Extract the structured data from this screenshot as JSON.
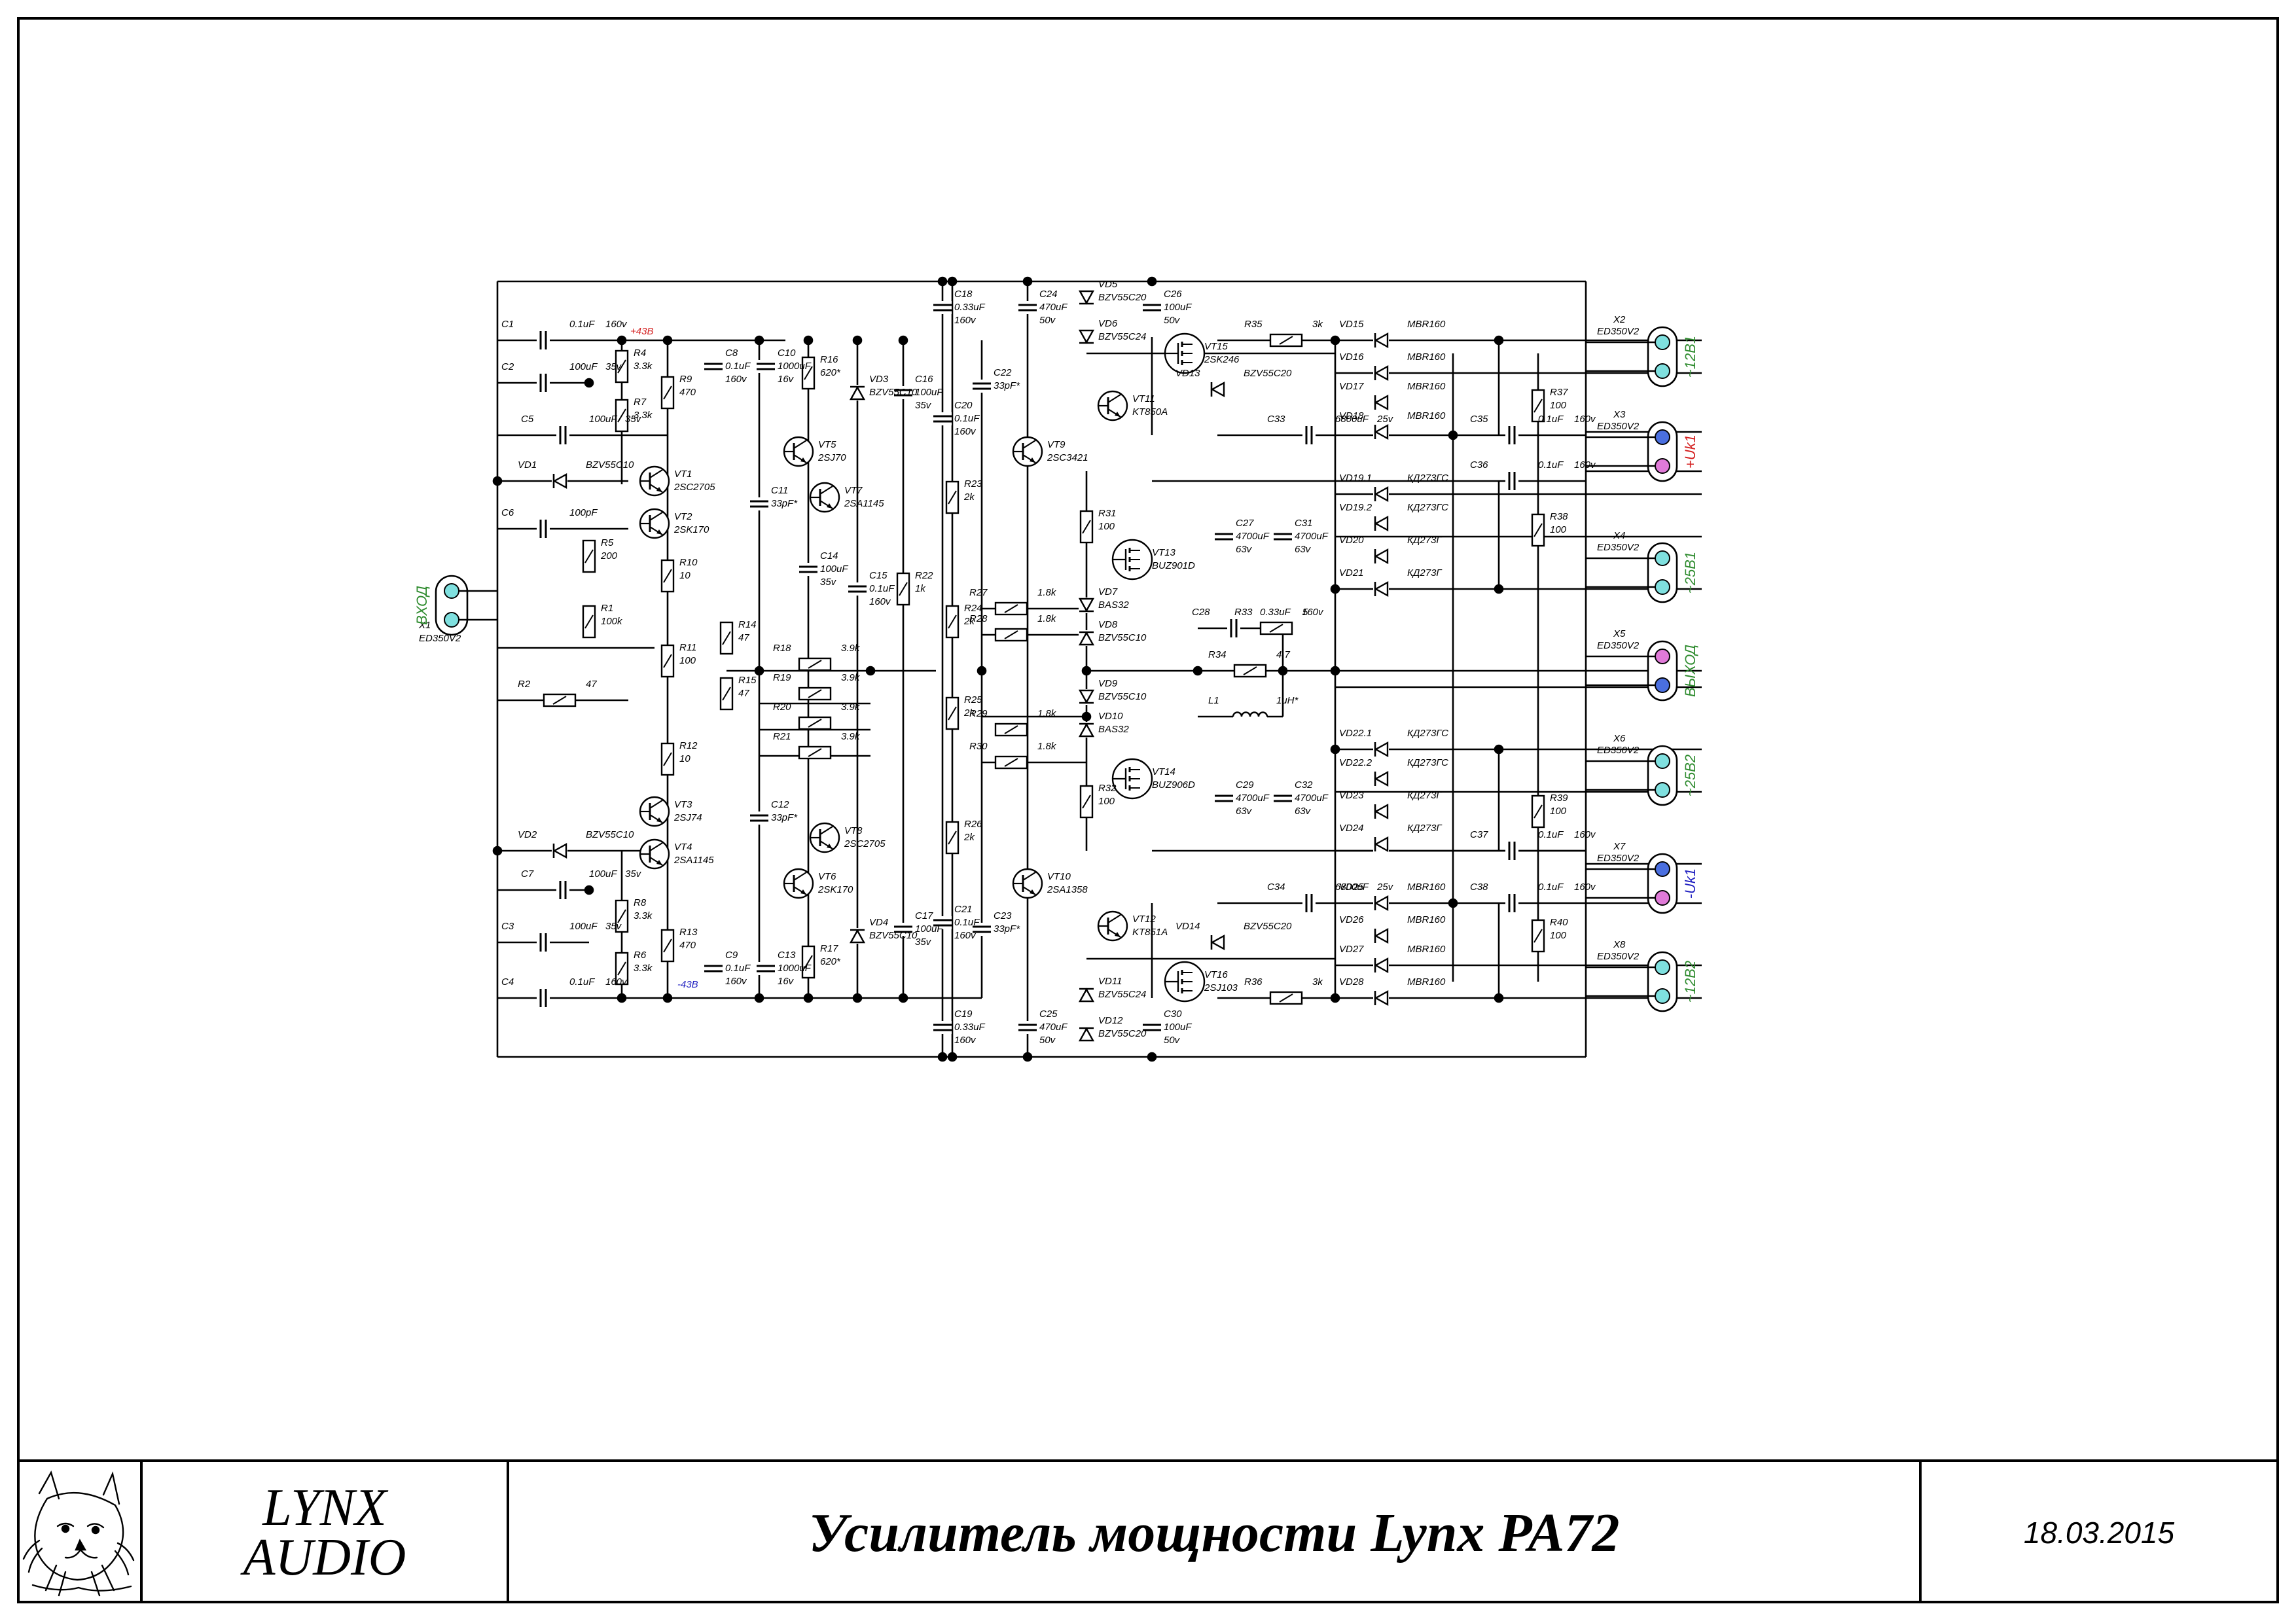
{
  "title_block": {
    "brand_line1": "LYNX",
    "brand_line2": "AUDIO",
    "title": "Усилитель мощности  Lynx PA72",
    "date": "18.03.2015"
  },
  "schematic": {
    "rail_pos": "+43В",
    "rail_neg": "-43В",
    "input_label": "ВХОД",
    "output_label": "ВЫХОД",
    "connectors": [
      {
        "ref": "X1",
        "type": "ED350V2",
        "name": "ВХОД",
        "color": "#2e8b2e"
      },
      {
        "ref": "X2",
        "type": "ED350V2",
        "name": "~12В1",
        "color": "#2e8b2e"
      },
      {
        "ref": "X3",
        "type": "ED350V2",
        "name": "+Uk1",
        "color": "#d42020"
      },
      {
        "ref": "X4",
        "type": "ED350V2",
        "name": "~25В1",
        "color": "#2e8b2e"
      },
      {
        "ref": "X5",
        "type": "ED350V2",
        "name": "ВЫХОД",
        "color": "#2e8b2e"
      },
      {
        "ref": "X6",
        "type": "ED350V2",
        "name": "~25В2",
        "color": "#2e8b2e"
      },
      {
        "ref": "X7",
        "type": "ED350V2",
        "name": "-Uk1",
        "color": "#2020c0"
      },
      {
        "ref": "X8",
        "type": "ED350V2",
        "name": "~12В2",
        "color": "#2e8b2e"
      }
    ],
    "colors": {
      "pin_cyan": "#7fe0df",
      "pin_blue": "#4a6fe0",
      "pin_pink": "#e07ad8",
      "rail_pos_color": "#d42020",
      "rail_neg_color": "#2020c0",
      "label_green": "#2e8b2e"
    },
    "components": [
      {
        "ref": "C1",
        "value": "0.1uF",
        "rating": "160v"
      },
      {
        "ref": "C2",
        "value": "100uF",
        "rating": "35v"
      },
      {
        "ref": "C3",
        "value": "100uF",
        "rating": "35v"
      },
      {
        "ref": "C4",
        "value": "0.1uF",
        "rating": "160v"
      },
      {
        "ref": "C5",
        "value": "100uF",
        "rating": "35v"
      },
      {
        "ref": "C6",
        "value": "100pF",
        "rating": ""
      },
      {
        "ref": "C7",
        "value": "100uF",
        "rating": "35v"
      },
      {
        "ref": "C8",
        "value": "0.1uF",
        "rating": "160v"
      },
      {
        "ref": "C9",
        "value": "0.1uF",
        "rating": "160v"
      },
      {
        "ref": "C10",
        "value": "1000uF",
        "rating": "16v"
      },
      {
        "ref": "C11",
        "value": "33pF*",
        "rating": ""
      },
      {
        "ref": "C12",
        "value": "33pF*",
        "rating": ""
      },
      {
        "ref": "C13",
        "value": "1000uF",
        "rating": "16v"
      },
      {
        "ref": "C14",
        "value": "100uF",
        "rating": "35v"
      },
      {
        "ref": "C15",
        "value": "0.1uF",
        "rating": "160v"
      },
      {
        "ref": "C16",
        "value": "100uF",
        "rating": "35v"
      },
      {
        "ref": "C17",
        "value": "100uF",
        "rating": "35v"
      },
      {
        "ref": "C18",
        "value": "0.33uF",
        "rating": "160v"
      },
      {
        "ref": "C19",
        "value": "0.33uF",
        "rating": "160v"
      },
      {
        "ref": "C20",
        "value": "0.1uF",
        "rating": "160v"
      },
      {
        "ref": "C21",
        "value": "0.1uF",
        "rating": "160v"
      },
      {
        "ref": "C22",
        "value": "33pF*",
        "rating": ""
      },
      {
        "ref": "C23",
        "value": "33pF*",
        "rating": ""
      },
      {
        "ref": "C24",
        "value": "470uF",
        "rating": "50v"
      },
      {
        "ref": "C25",
        "value": "470uF",
        "rating": "50v"
      },
      {
        "ref": "C26",
        "value": "100uF",
        "rating": "50v"
      },
      {
        "ref": "C27",
        "value": "4700uF",
        "rating": "63v"
      },
      {
        "ref": "C28",
        "value": "0.33uF",
        "rating": "160v"
      },
      {
        "ref": "C29",
        "value": "4700uF",
        "rating": "63v"
      },
      {
        "ref": "C30",
        "value": "100uF",
        "rating": "50v"
      },
      {
        "ref": "C31",
        "value": "4700uF",
        "rating": "63v"
      },
      {
        "ref": "C32",
        "value": "4700uF",
        "rating": "63v"
      },
      {
        "ref": "C33",
        "value": "6800uF",
        "rating": "25v"
      },
      {
        "ref": "C34",
        "value": "6800uF",
        "rating": "25v"
      },
      {
        "ref": "C35",
        "value": "0.1uF",
        "rating": "160v"
      },
      {
        "ref": "C36",
        "value": "0.1uF",
        "rating": "160v"
      },
      {
        "ref": "C37",
        "value": "0.1uF",
        "rating": "160v"
      },
      {
        "ref": "C38",
        "value": "0.1uF",
        "rating": "160v"
      },
      {
        "ref": "R1",
        "value": "100k",
        "rating": ""
      },
      {
        "ref": "R2",
        "value": "47",
        "rating": ""
      },
      {
        "ref": "R4",
        "value": "3.3k",
        "rating": ""
      },
      {
        "ref": "R5",
        "value": "200",
        "rating": ""
      },
      {
        "ref": "R6",
        "value": "3.3k",
        "rating": ""
      },
      {
        "ref": "R7",
        "value": "3.3k",
        "rating": ""
      },
      {
        "ref": "R8",
        "value": "3.3k",
        "rating": ""
      },
      {
        "ref": "R9",
        "value": "470",
        "rating": ""
      },
      {
        "ref": "R10",
        "value": "10",
        "rating": ""
      },
      {
        "ref": "R11",
        "value": "100",
        "rating": ""
      },
      {
        "ref": "R12",
        "value": "10",
        "rating": ""
      },
      {
        "ref": "R13",
        "value": "470",
        "rating": ""
      },
      {
        "ref": "R14",
        "value": "47",
        "rating": ""
      },
      {
        "ref": "R15",
        "value": "47",
        "rating": ""
      },
      {
        "ref": "R16",
        "value": "620*",
        "rating": ""
      },
      {
        "ref": "R17",
        "value": "620*",
        "rating": ""
      },
      {
        "ref": "R18",
        "value": "3.9k",
        "rating": ""
      },
      {
        "ref": "R19",
        "value": "3.9k",
        "rating": ""
      },
      {
        "ref": "R20",
        "value": "3.9k",
        "rating": ""
      },
      {
        "ref": "R21",
        "value": "3.9k",
        "rating": ""
      },
      {
        "ref": "R22",
        "value": "1k",
        "rating": ""
      },
      {
        "ref": "R23",
        "value": "2k",
        "rating": ""
      },
      {
        "ref": "R24",
        "value": "2k",
        "rating": ""
      },
      {
        "ref": "R25",
        "value": "2k",
        "rating": ""
      },
      {
        "ref": "R26",
        "value": "2k",
        "rating": ""
      },
      {
        "ref": "R27",
        "value": "1.8k",
        "rating": ""
      },
      {
        "ref": "R28",
        "value": "1.8k",
        "rating": ""
      },
      {
        "ref": "R29",
        "value": "1.8k",
        "rating": ""
      },
      {
        "ref": "R30",
        "value": "1.8k",
        "rating": ""
      },
      {
        "ref": "R31",
        "value": "100",
        "rating": ""
      },
      {
        "ref": "R32",
        "value": "100",
        "rating": ""
      },
      {
        "ref": "R33",
        "value": "5",
        "rating": ""
      },
      {
        "ref": "R34",
        "value": "4.7",
        "rating": ""
      },
      {
        "ref": "R35",
        "value": "3k",
        "rating": ""
      },
      {
        "ref": "R36",
        "value": "3k",
        "rating": ""
      },
      {
        "ref": "R37",
        "value": "100",
        "rating": ""
      },
      {
        "ref": "R38",
        "value": "100",
        "rating": ""
      },
      {
        "ref": "R39",
        "value": "100",
        "rating": ""
      },
      {
        "ref": "R40",
        "value": "100",
        "rating": ""
      },
      {
        "ref": "L1",
        "value": "1uH*",
        "rating": ""
      },
      {
        "ref": "VT1",
        "value": "2SC2705",
        "rating": ""
      },
      {
        "ref": "VT2",
        "value": "2SK170",
        "rating": ""
      },
      {
        "ref": "VT3",
        "value": "2SJ74",
        "rating": ""
      },
      {
        "ref": "VT4",
        "value": "2SA1145",
        "rating": ""
      },
      {
        "ref": "VT5",
        "value": "2SJ70",
        "rating": ""
      },
      {
        "ref": "VT6",
        "value": "2SK170",
        "rating": ""
      },
      {
        "ref": "VT7",
        "value": "2SA1145",
        "rating": ""
      },
      {
        "ref": "VT8",
        "value": "2SC2705",
        "rating": ""
      },
      {
        "ref": "VT9",
        "value": "2SC3421",
        "rating": ""
      },
      {
        "ref": "VT10",
        "value": "2SA1358",
        "rating": ""
      },
      {
        "ref": "VT11",
        "value": "KT850A",
        "rating": ""
      },
      {
        "ref": "VT12",
        "value": "KT851A",
        "rating": ""
      },
      {
        "ref": "VT13",
        "value": "BUZ901D",
        "rating": ""
      },
      {
        "ref": "VT14",
        "value": "BUZ906D",
        "rating": ""
      },
      {
        "ref": "VT15",
        "value": "2SK246",
        "rating": ""
      },
      {
        "ref": "VT16",
        "value": "2SJ103",
        "rating": ""
      },
      {
        "ref": "VD1",
        "value": "BZV55C10",
        "rating": ""
      },
      {
        "ref": "VD2",
        "value": "BZV55C10",
        "rating": ""
      },
      {
        "ref": "VD3",
        "value": "BZV55C10",
        "rating": ""
      },
      {
        "ref": "VD4",
        "value": "BZV55C10",
        "rating": ""
      },
      {
        "ref": "VD5",
        "value": "BZV55C20",
        "rating": ""
      },
      {
        "ref": "VD6",
        "value": "BZV55C24",
        "rating": ""
      },
      {
        "ref": "VD7",
        "value": "BAS32",
        "rating": ""
      },
      {
        "ref": "VD8",
        "value": "BZV55C10",
        "rating": ""
      },
      {
        "ref": "VD9",
        "value": "BZV55C10",
        "rating": ""
      },
      {
        "ref": "VD10",
        "value": "BAS32",
        "rating": ""
      },
      {
        "ref": "VD11",
        "value": "BZV55C24",
        "rating": ""
      },
      {
        "ref": "VD12",
        "value": "BZV55C20",
        "rating": ""
      },
      {
        "ref": "VD13",
        "value": "BZV55C20",
        "rating": ""
      },
      {
        "ref": "VD14",
        "value": "BZV55C20",
        "rating": ""
      },
      {
        "ref": "VD15",
        "value": "MBR160",
        "rating": ""
      },
      {
        "ref": "VD16",
        "value": "MBR160",
        "rating": ""
      },
      {
        "ref": "VD17",
        "value": "MBR160",
        "rating": ""
      },
      {
        "ref": "VD18",
        "value": "MBR160",
        "rating": ""
      },
      {
        "ref": "VD19.1",
        "value": "КД273ГС",
        "rating": ""
      },
      {
        "ref": "VD19.2",
        "value": "КД273ГС",
        "rating": ""
      },
      {
        "ref": "VD20",
        "value": "КД273Г",
        "rating": ""
      },
      {
        "ref": "VD21",
        "value": "КД273Г",
        "rating": ""
      },
      {
        "ref": "VD22.1",
        "value": "КД273ГС",
        "rating": ""
      },
      {
        "ref": "VD22.2",
        "value": "КД273ГС",
        "rating": ""
      },
      {
        "ref": "VD23",
        "value": "КД273Г",
        "rating": ""
      },
      {
        "ref": "VD24",
        "value": "КД273Г",
        "rating": ""
      },
      {
        "ref": "VD25",
        "value": "MBR160",
        "rating": ""
      },
      {
        "ref": "VD26",
        "value": "MBR160",
        "rating": ""
      },
      {
        "ref": "VD27",
        "value": "MBR160",
        "rating": ""
      },
      {
        "ref": "VD28",
        "value": "MBR160",
        "rating": ""
      }
    ]
  }
}
